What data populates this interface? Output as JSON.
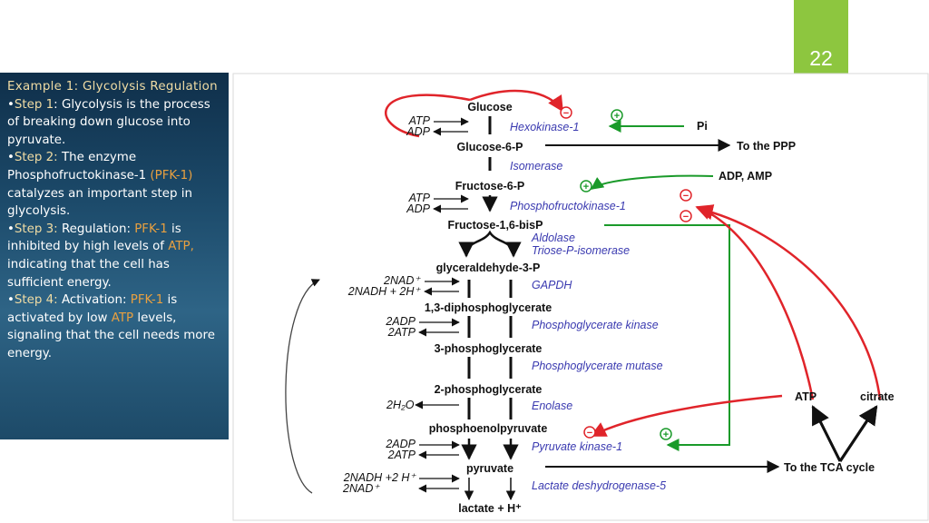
{
  "slide": {
    "number": "22"
  },
  "sidebar": {
    "title": "Example 1: Glycolysis Regulation",
    "step1": {
      "label": "Step 1",
      "text": ": Glycolysis is the process of breaking down glucose into pyruvate."
    },
    "step2": {
      "label": "Step 2:",
      "t1": " The enzyme Phosphofructokinase-1 ",
      "hl1": "(PFK-1)",
      "t2": " catalyzes an important step in glycolysis."
    },
    "step3": {
      "label": "Step 3:",
      "t1": " Regulation: ",
      "hl1": "PFK-1",
      "t2": " is inhibited by high levels of ",
      "hl2": "ATP,",
      "t3": " indicating that the cell has sufficient energy."
    },
    "step4": {
      "label": "Step 4:",
      "t1": " Activation: ",
      "hl1": "PFK-1",
      "t2": " is activated by low ",
      "hl2": "ATP",
      "t3": " levels, signaling that the cell needs more energy."
    }
  },
  "diagram": {
    "metabolites": {
      "glucose": "Glucose",
      "g6p": "Glucose-6-P",
      "f6p": "Fructose-6-P",
      "f16bp": "Fructose-1,6-bisP",
      "g3p": "glyceraldehyde-3-P",
      "bpg": "1,3-diphosphoglycerate",
      "pg3": "3-phosphoglycerate",
      "pg2": "2-phosphoglycerate",
      "pep": "phosphoenolpyruvate",
      "pyruvate": "pyruvate",
      "lactate": "lactate + H⁺"
    },
    "enzymes": {
      "hk": "Hexokinase-1",
      "isomerase": "Isomerase",
      "pfk": "Phosphofructokinase-1",
      "aldolase": "Aldolase",
      "tpi": "Triose-P-isomerase",
      "gapdh": "GAPDH",
      "pgk": "Phosphoglycerate kinase",
      "pgm": "Phosphoglycerate mutase",
      "enolase": "Enolase",
      "pk": "Pyruvate kinase-1",
      "ldh": "Lactate deshydrogenase-5"
    },
    "cofactors": {
      "atp1": "ATP",
      "adp1": "ADP",
      "atp2": "ATP",
      "adp2": "ADP",
      "nad": "2NAD⁺",
      "nadh": "2NADH + 2H⁺",
      "adp3": "2ADP",
      "atp3": "2ATP",
      "h2o": "2H₂O",
      "adp4": "2ADP",
      "atp4": "2ATP",
      "nadh2": "2NADH +2 H⁺",
      "nad2": "2NAD⁺"
    },
    "regulators": {
      "pi": "Pi",
      "adpamp": "ADP, AMP",
      "atp": "ATP",
      "citrate": "citrate",
      "ppp": "To the PPP",
      "tca": "To the TCA cycle"
    },
    "signs": {
      "plus": "+",
      "minus": "−"
    },
    "colors": {
      "inhibition": "#e0242a",
      "activation": "#1a9a2a",
      "enzyme": "#3a3ab0"
    }
  }
}
